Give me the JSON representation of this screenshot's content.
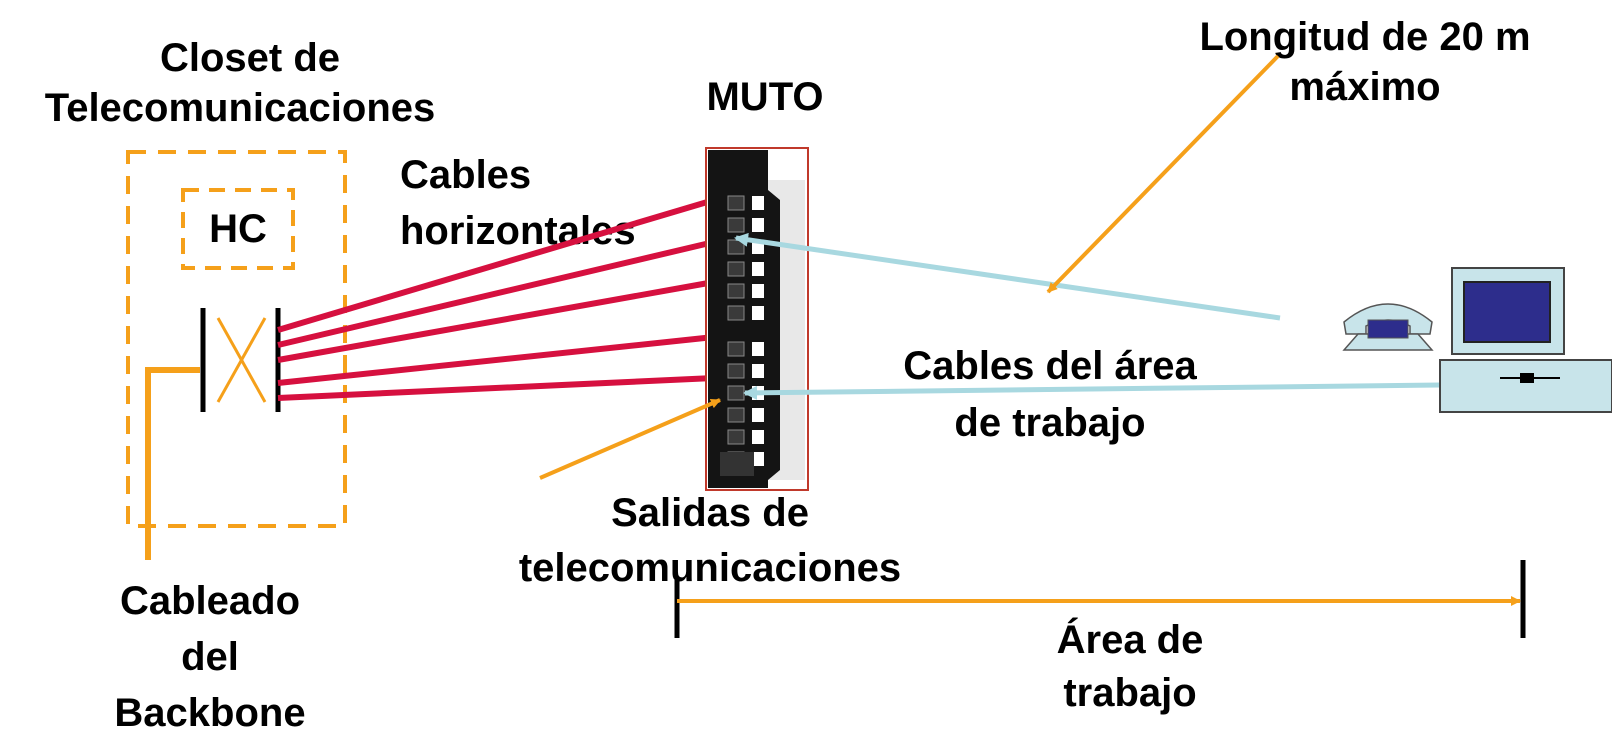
{
  "labels": {
    "closet_line1": "Closet de",
    "closet_line2": "Telecomunicaciones",
    "hc": "HC",
    "cables_horizontales_line1": "Cables",
    "cables_horizontales_line2": "horizontales",
    "muto": "MUTO",
    "longitud_line1": "Longitud de 20 m",
    "longitud_line2": "máximo",
    "cables_area_line1": "Cables del área",
    "cables_area_line2": "de trabajo",
    "salidas_line1": "Salidas de",
    "salidas_line2": "telecomunicaciones",
    "backbone_line1": "Cableado",
    "backbone_line2": "del",
    "backbone_line3": "Backbone",
    "area_line1": "Área de",
    "area_line2": "trabajo"
  },
  "colors": {
    "orange": "#f5a01a",
    "red_cable": "#d6103f",
    "work_area_cable": "#a8d8e0",
    "patch_panel": "#141414",
    "panel_border": "#c0392b",
    "device_fill": "#c8e4ea",
    "screen_fill": "#2d2d8c"
  }
}
